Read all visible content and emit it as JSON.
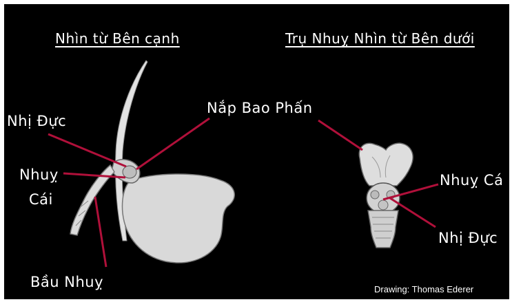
{
  "titles": {
    "side_view": "Nhìn từ Bên cạnh",
    "column_view": "Trụ Nhuỵ Nhìn từ Bên dưới"
  },
  "labels": {
    "stamen_left": "Nhị Đực",
    "pistil_left_line1": "Nhuỵ",
    "pistil_left_line2": "Cái",
    "ovary": "Bầu Nhuỵ",
    "anther_cap": "Nắp Bao Phấn",
    "pistil_right": "Nhuỵ Cá",
    "stamen_right": "Nhị Đực"
  },
  "credit": "Drawing: Thomas Ederer",
  "colors": {
    "background": "#000000",
    "leader_line": "#b0103a",
    "drawing_fill": "#d8d8d8",
    "text": "#ffffff"
  }
}
